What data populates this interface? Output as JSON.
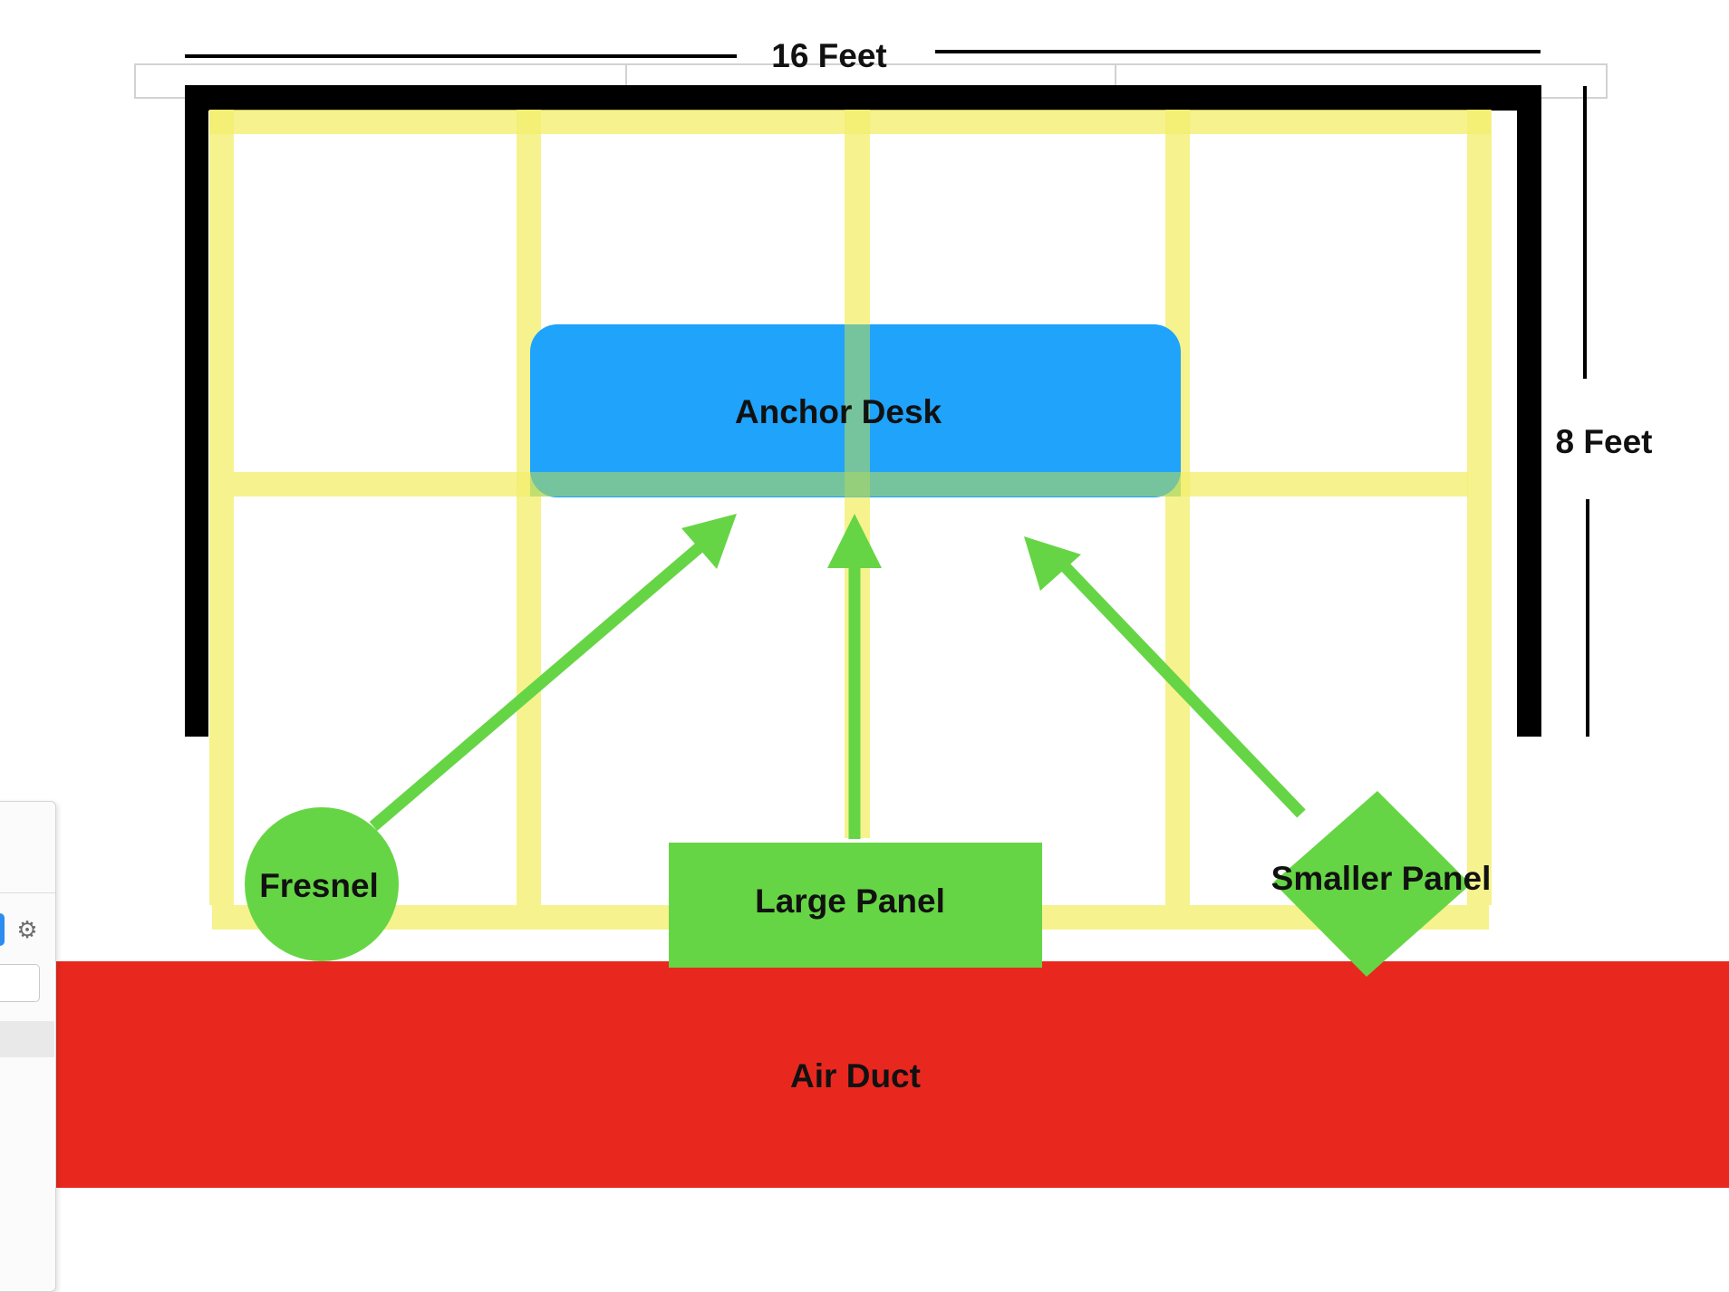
{
  "dimensions": {
    "width_label": "16 Feet",
    "height_label": "8 Feet"
  },
  "items": {
    "anchor_desk": "Anchor Desk",
    "fresnel": "Fresnel",
    "large_panel": "Large Panel",
    "smaller_panel": "Smaller Panel",
    "air_duct": "Air Duct"
  },
  "icons": {
    "settings": "gear-icon"
  },
  "colors": {
    "wall": "#000000",
    "grid": "#f3ee6e",
    "desk": "#1fa3fb",
    "light": "#66d545",
    "duct": "#e8281f"
  }
}
